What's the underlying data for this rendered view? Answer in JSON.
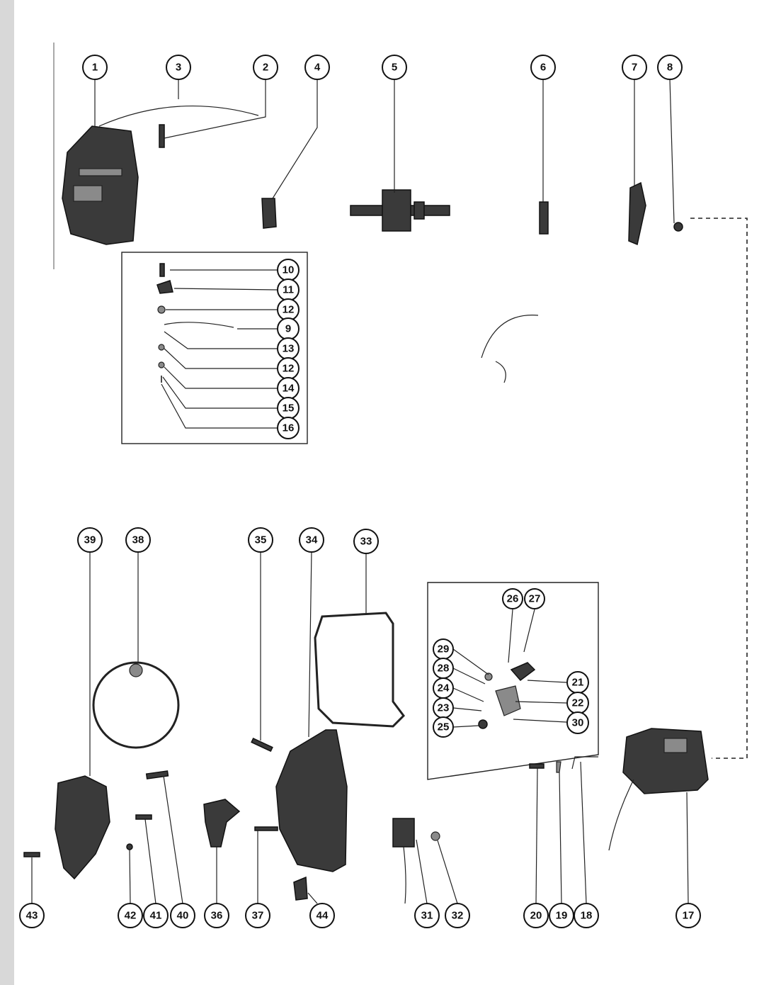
{
  "callouts": {
    "c1": "1",
    "c2": "2",
    "c3": "3",
    "c4": "4",
    "c5": "5",
    "c6": "6",
    "c7": "7",
    "c8": "8",
    "c9": "9",
    "c10": "10",
    "c11": "11",
    "c12a": "12",
    "c12b": "12",
    "c13": "13",
    "c14": "14",
    "c15": "15",
    "c16": "16",
    "c17": "17",
    "c18": "18",
    "c19": "19",
    "c20": "20",
    "c21": "21",
    "c22": "22",
    "c23": "23",
    "c24": "24",
    "c25": "25",
    "c26": "26",
    "c27": "27",
    "c28": "28",
    "c29": "29",
    "c30": "30",
    "c31": "31",
    "c32": "32",
    "c33": "33",
    "c34": "34",
    "c35": "35",
    "c36": "36",
    "c37": "37",
    "c38": "38",
    "c39": "39",
    "c40": "40",
    "c41": "41",
    "c42": "42",
    "c43": "43",
    "c44": "44"
  },
  "colors": {
    "ink": "#111111",
    "paper": "#ffffff",
    "part_fill": "#3a3a3a"
  }
}
